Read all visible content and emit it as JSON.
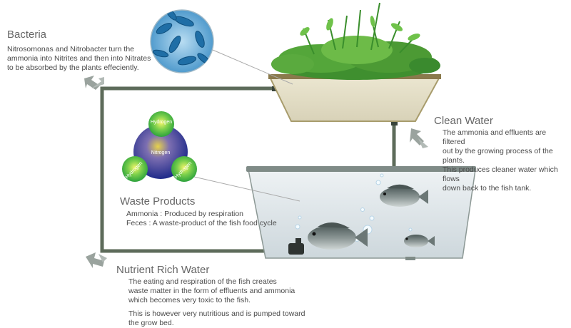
{
  "bacteria": {
    "title": "Bacteria",
    "text": "Nitrosomonas and Nitrobacter turn the\nammonia into Nitrites and then into Nitrates\nto be absorbed by the plants effeciently."
  },
  "clean_water": {
    "title": "Clean Water",
    "text": "The ammonia and effluents are filtered\nout by the growing process of the plants.\nThis produces cleaner water which flows\ndown back to the fish tank."
  },
  "waste_products": {
    "title": "Waste Products",
    "items": [
      "Ammonia : Produced by respiration",
      "Feces : A waste-product of the fish food cycle"
    ]
  },
  "nutrient_water": {
    "title": "Nutrient Rich Water",
    "text1": "The eating and respiration of the fish creates\nwaste matter in the form of effluents and ammonia\nwhich becomes very toxic to the fish.",
    "text2": "This is however very nutritious and is pumped toward\nthe grow bed."
  },
  "molecule": {
    "center": "Nitrogen",
    "atoms": [
      "Hydrogen",
      "Hydrogen",
      "Hydrogen"
    ]
  },
  "colors": {
    "pipe": "#5d6b5a",
    "grow_bed": "#e4dfc8",
    "tank_water": "#d6dee2",
    "tank_rim": "#7f8b87",
    "nitrogen": "#2f3a9c",
    "hydrogen": "#3db53c",
    "bacteria": "#3a90c8"
  }
}
